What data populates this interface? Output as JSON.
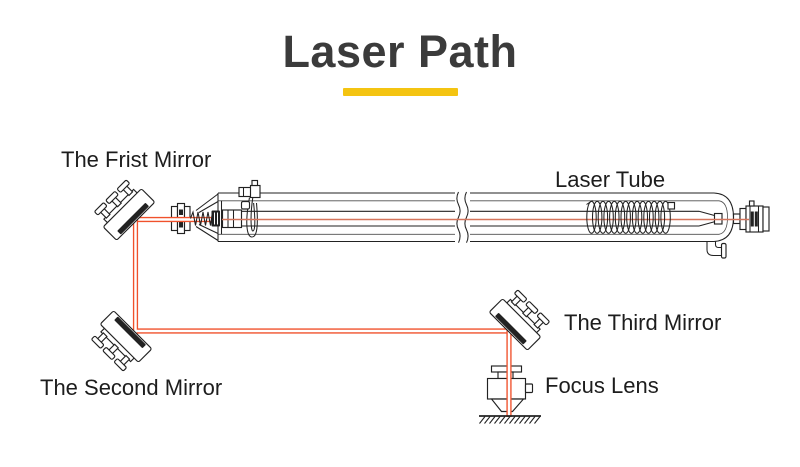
{
  "title": {
    "text": "Laser Path"
  },
  "labels": {
    "first_mirror": "The Frist Mirror",
    "laser_tube": "Laser Tube",
    "second_mirror": "The Second Mirror",
    "third_mirror": "The Third Mirror",
    "focus_lens": "Focus Lens"
  },
  "diagram": {
    "type": "schematic",
    "components": [
      {
        "name": "first-mirror",
        "label": "The Frist Mirror"
      },
      {
        "name": "laser-tube",
        "label": "Laser Tube"
      },
      {
        "name": "second-mirror",
        "label": "The Second Mirror"
      },
      {
        "name": "third-mirror",
        "label": "The Third Mirror"
      },
      {
        "name": "focus-lens",
        "label": "Focus Lens"
      },
      {
        "name": "work-surface",
        "label": ""
      }
    ],
    "beam_path": [
      "laser-tube",
      "first-mirror",
      "second-mirror",
      "third-mirror",
      "focus-lens",
      "work-surface"
    ]
  },
  "colors": {
    "accent": "#F4C411",
    "beam": "#F0512B",
    "beam_faint": "#D4755C",
    "line": "#222222",
    "label_text": "#1D1D1D",
    "title_text": "#3B3B3B",
    "background": "#FFFFFF"
  }
}
